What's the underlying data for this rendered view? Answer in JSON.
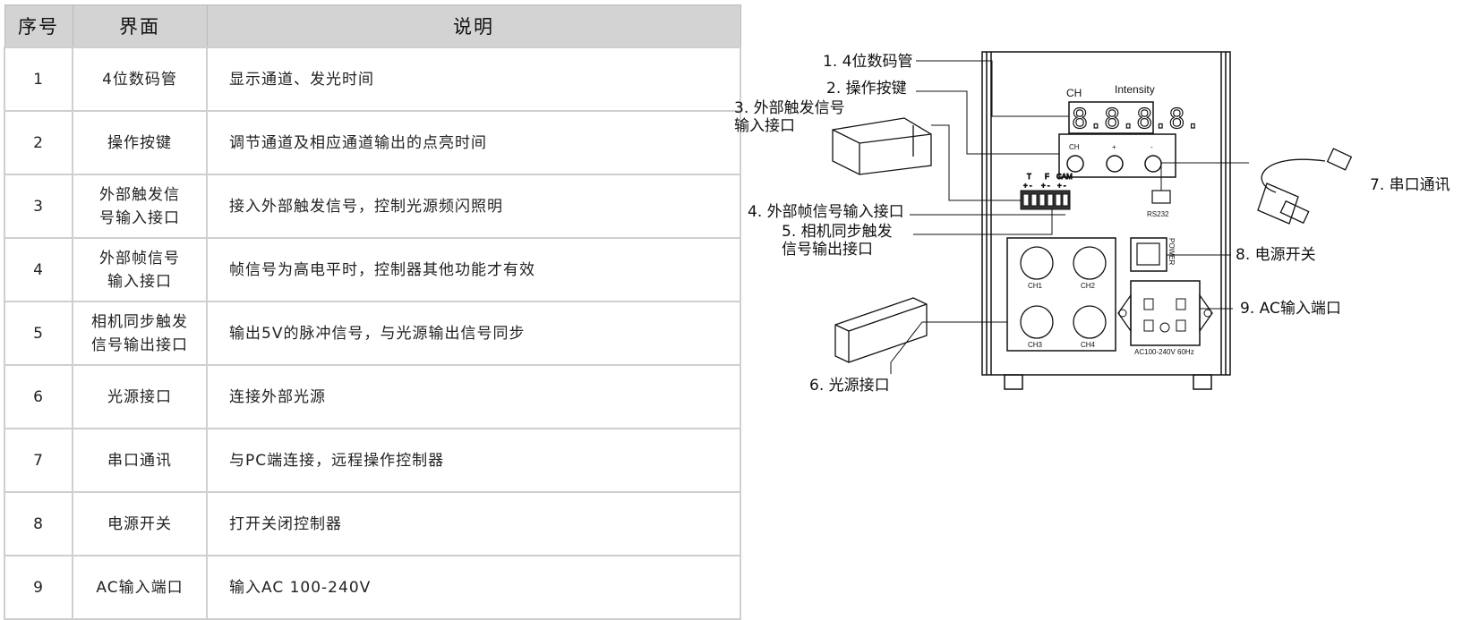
{
  "table": {
    "headers": [
      "序号",
      "界面",
      "说明"
    ],
    "rows": [
      {
        "no": "1",
        "iface": "4位数码管",
        "desc": "显示通道、发光时间"
      },
      {
        "no": "2",
        "iface": "操作按键",
        "desc": "调节通道及相应通道输出的点亮时间"
      },
      {
        "no": "3",
        "iface": [
          "外部触发信",
          "号输入接口"
        ],
        "desc": "接入外部触发信号，控制光源频闪照明"
      },
      {
        "no": "4",
        "iface": [
          "外部帧信号",
          "输入接口"
        ],
        "desc": "帧信号为高电平时，控制器其他功能才有效"
      },
      {
        "no": "5",
        "iface": [
          "相机同步触发",
          "信号输出接口"
        ],
        "desc": "输出5V的脉冲信号，与光源输出信号同步"
      },
      {
        "no": "6",
        "iface": "光源接口",
        "desc": "连接外部光源"
      },
      {
        "no": "7",
        "iface": "串口通讯",
        "desc": "与PC端连接，远程操作控制器"
      },
      {
        "no": "8",
        "iface": "电源开关",
        "desc": "打开关闭控制器"
      },
      {
        "no": "9",
        "iface": "AC输入端口",
        "desc": "输入AC 100-240V"
      }
    ]
  },
  "diagram": {
    "callouts": {
      "c1": "1. 4位数码管",
      "c2": "2. 操作按键",
      "c3a": "3. 外部触发信号",
      "c3b": "输入接口",
      "c4": "4. 外部帧信号输入接口",
      "c5a": "5. 相机同步触发",
      "c5b": "信号输出接口",
      "c6": "6. 光源接口",
      "c7": "7. 串口通讯",
      "c8": "8. 电源开关",
      "c9": "9. AC输入端口"
    },
    "panel": {
      "ch": "CH",
      "intensity": "Intensity",
      "display": "8.8.8.8.",
      "btn_ch": "CH",
      "btn_plus": "+",
      "btn_minus": "-",
      "term_t": "T",
      "term_f": "F",
      "term_cam": "CAM",
      "term_pm1": "+ -",
      "term_pm2": "+ -",
      "term_pm3": "+ -",
      "rs232": "RS232",
      "power": "POWER",
      "ch1": "CH1",
      "ch2": "CH2",
      "ch3": "CH3",
      "ch4": "CH4",
      "ac_rating": "AC100-240V 60Hz"
    }
  }
}
